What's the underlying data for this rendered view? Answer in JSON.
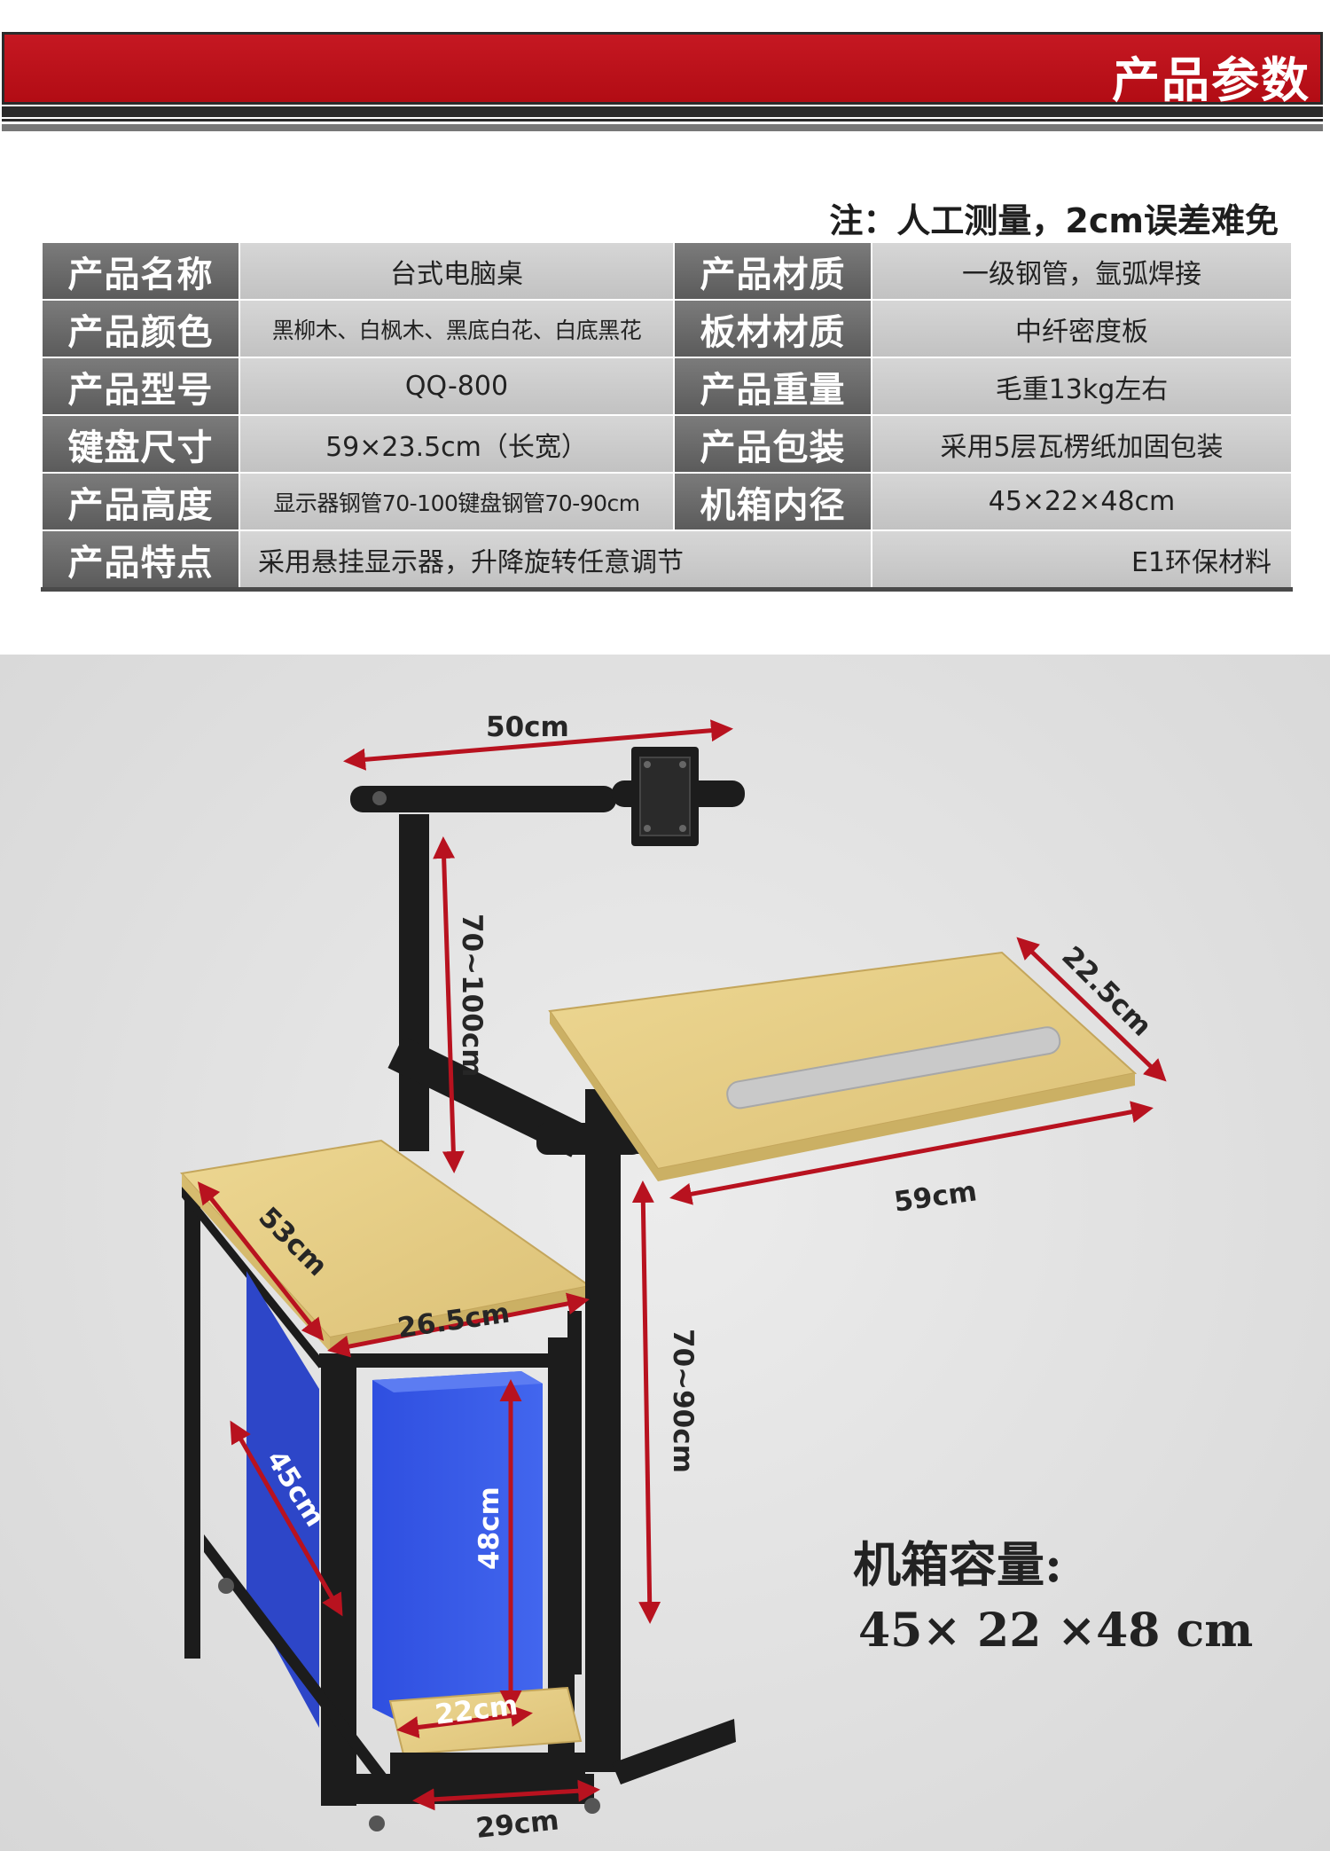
{
  "header": {
    "title": "产品参数"
  },
  "note": "注：人工测量，2cm误差难免",
  "specs": {
    "rows": [
      [
        "产品名称",
        "台式电脑桌",
        "产品材质",
        "一级钢管，氩弧焊接"
      ],
      [
        "产品颜色",
        "黑柳木、白枫木、黑底白花、白底黑花",
        "板材材质",
        "中纤密度板"
      ],
      [
        "产品型号",
        "QQ-800",
        "产品重量",
        "毛重13kg左右"
      ],
      [
        "键盘尺寸",
        "59×23.5cm（长宽）",
        "产品包装",
        "采用5层瓦楞纸加固包装"
      ],
      [
        "产品高度",
        "显示器钢管70-100键盘钢管70-90cm",
        "机箱内径",
        "45×22×48cm"
      ]
    ],
    "last_row": {
      "label": "产品特点",
      "value": "采用悬挂显示器，升降旋转任意调节",
      "extra": "E1环保材料"
    }
  },
  "diagram": {
    "dimensions": {
      "arm_width": "50cm",
      "monitor_pole": "70~100cm",
      "tray_depth": "22.5cm",
      "tray_width": "59cm",
      "top_depth": "53cm",
      "top_width": "26.5cm",
      "keyboard_pole": "70~90cm",
      "case_depth": "45cm",
      "case_height": "48cm",
      "case_width": "22cm",
      "base_width": "29cm"
    },
    "capacity_title": "机箱容量:",
    "capacity_value": "45× 22 ×48 cm"
  },
  "colors": {
    "banner_red": "#c51822",
    "label_gray": "#6b6b6b",
    "cell_gray": "#cdcdcd",
    "wood": "#e6cd84",
    "steel": "#1c1c1c",
    "case_blue": "#3654e2",
    "dimension_red": "#b8121f"
  }
}
